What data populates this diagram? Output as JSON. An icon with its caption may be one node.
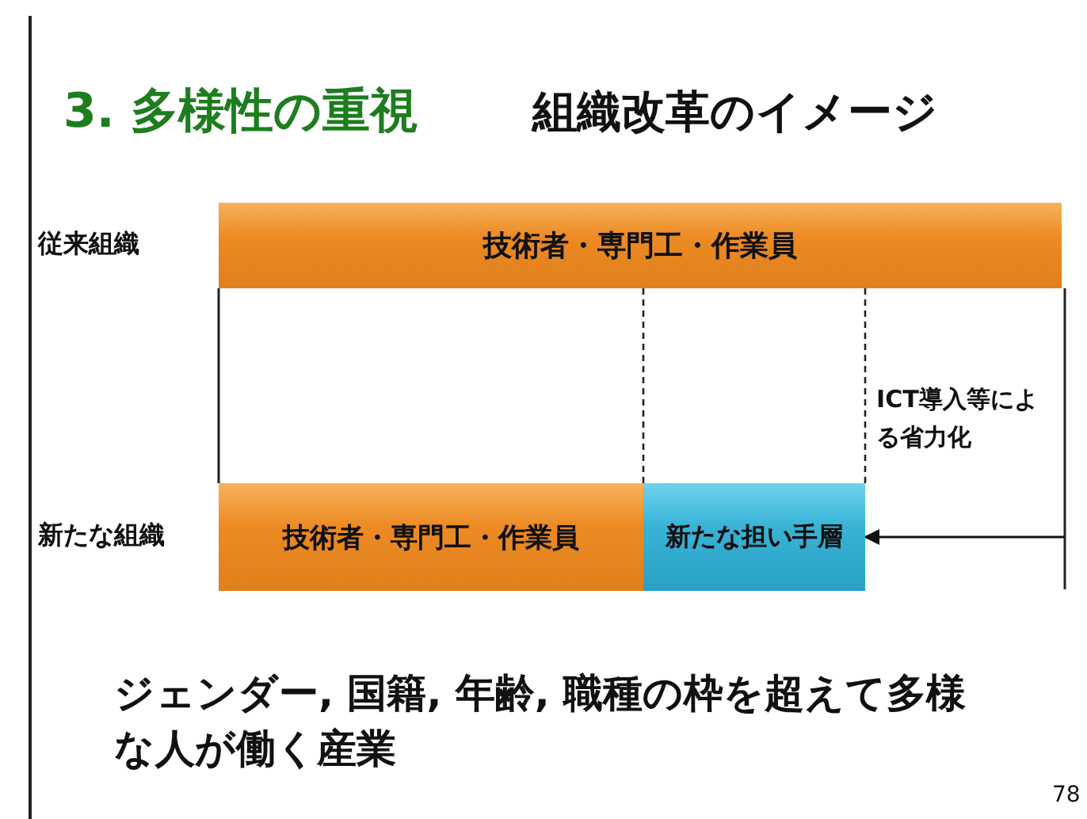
{
  "diagram": {
    "title": "3. 多様性の重視",
    "caption": "ジェンダー, 国籍, 年齢, 職種の枠を超えて多様な人が働く産業",
    "nodes": [
      {
        "text": [
          "技術者・専門工・作業員"
        ]
      },
      {
        "text": [
          "技術者・専門工・作業員"
        ]
      },
      {
        "text": [
          "新たな担い手層"
        ]
      }
    ],
    "edges": [
      {
        "from": null,
        "to": 2,
        "arrow": "to"
      }
    ],
    "labels": [
      "組織改革のイメージ",
      "従来組織",
      "ICT導入等による省力化",
      "新たな組織",
      "78"
    ]
  }
}
